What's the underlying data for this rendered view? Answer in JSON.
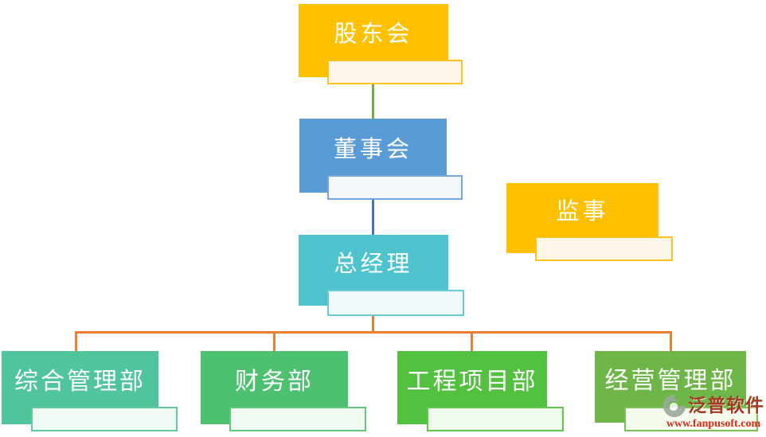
{
  "org_chart": {
    "nodes": {
      "shareholders": {
        "label": "股东会",
        "fill": "#FFC000",
        "sub_fill": "#FDF8E9",
        "sub_border": "#FFC21C"
      },
      "board": {
        "label": "董事会",
        "fill": "#5B9BD5",
        "sub_fill": "#F3F7FB",
        "sub_border": "#74A7DB"
      },
      "supervisor": {
        "label": "监事",
        "fill": "#FFC000",
        "sub_fill": "#FDF8E9",
        "sub_border": "#FFC21C"
      },
      "general_manager": {
        "label": "总经理",
        "fill": "#4FC3CD",
        "sub_fill": "#F0F9FA",
        "sub_border": "#66CBD4"
      },
      "dept_admin": {
        "label": "综合管理部",
        "fill": "#50C59B",
        "sub_fill": "#F1FAF5",
        "sub_border": "#5FCA9F"
      },
      "dept_finance": {
        "label": "财务部",
        "fill": "#4EC171",
        "sub_fill": "#F0FAF3",
        "sub_border": "#5FC77E"
      },
      "dept_engineering": {
        "label": "工程项目部",
        "fill": "#52C13F",
        "sub_fill": "#F1FAEE",
        "sub_border": "#63C74F"
      },
      "dept_operations": {
        "label": "经营管理部",
        "fill": "#6EB648",
        "sub_fill": "#F4FAEC",
        "sub_border": "#7CBE57"
      }
    },
    "connectors": {
      "shareholders_to_board": "#70AD47",
      "board_to_gm": "#4472C4",
      "gm_to_departments": "#ED7D31"
    }
  },
  "watermark": {
    "brand": "泛普软件",
    "site": "www.fanpusoft.com",
    "brand_color": "#A23B21",
    "site_color": "#D42B1B",
    "logo_color": "#9AA79B",
    "logo_icon": "fanpu-logo-icon"
  }
}
